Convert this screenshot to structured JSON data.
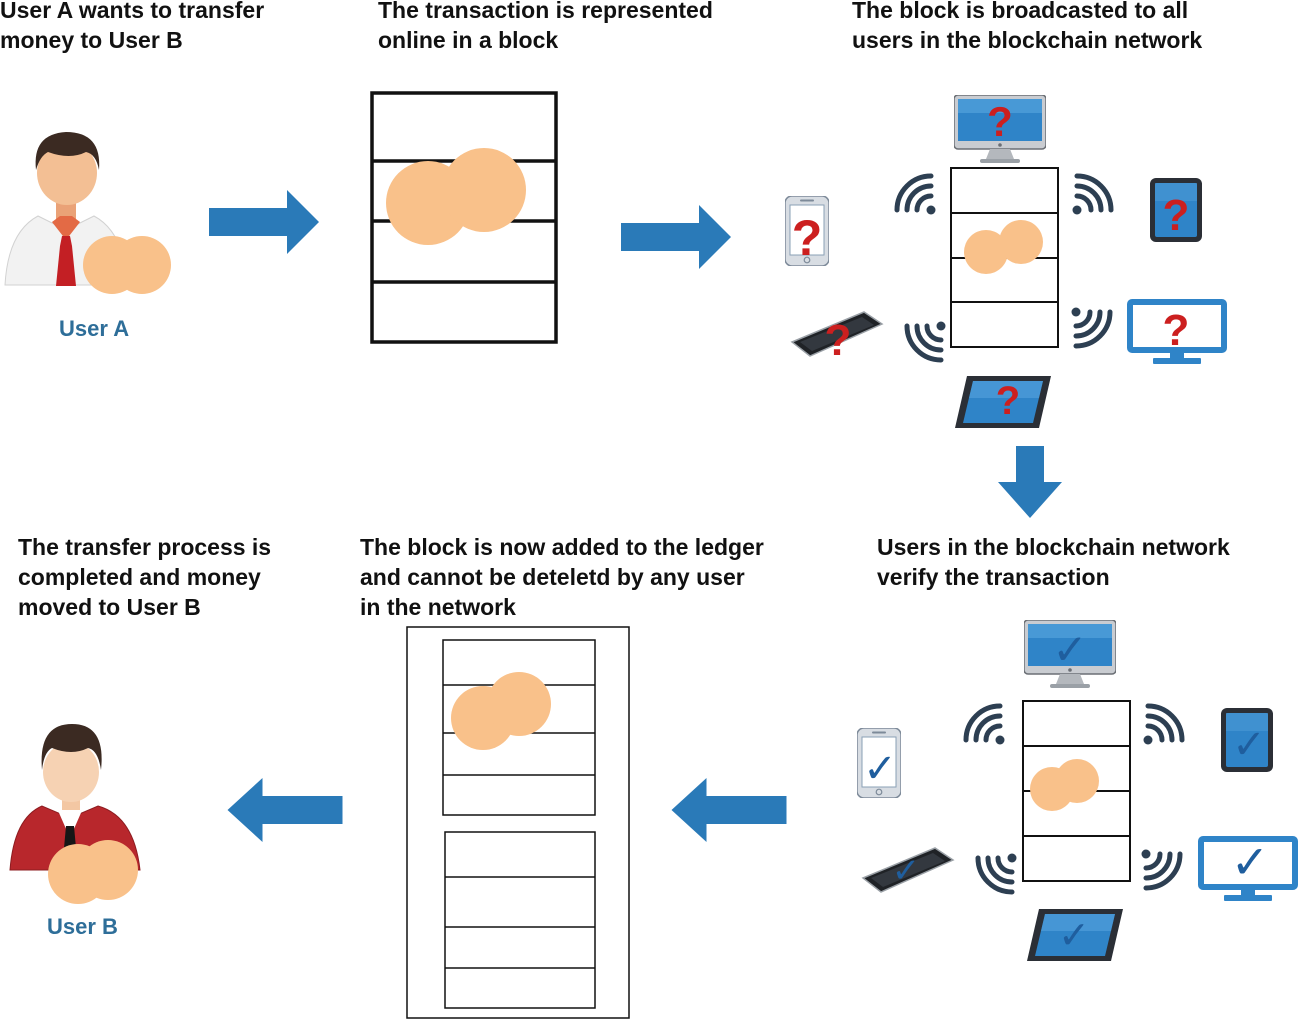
{
  "steps": [
    {
      "caption": "User A wants to transfer\nmoney to User B"
    },
    {
      "caption": "The transaction is represented\nonline in a block"
    },
    {
      "caption": "The block is broadcasted to all\nusers in the blockchain network"
    },
    {
      "caption": "Users in the blockchain network\nverify the transaction"
    },
    {
      "caption": "The block is now added to the ledger\nand cannot be deteletd by any user\nin the network"
    },
    {
      "caption": "The transfer process is\ncompleted and money\nmoved to User B"
    }
  ],
  "users": {
    "sender": {
      "label": "User A"
    },
    "receiver": {
      "label": "User B"
    }
  },
  "device_marks": {
    "broadcast": "?",
    "verify": "✓"
  },
  "icons": [
    "person-icon",
    "coin-icon",
    "arrow-icon",
    "block-icon",
    "desktop-icon",
    "phone-icon",
    "tablet-icon",
    "monitor-icon",
    "wifi-signal-icon",
    "question-mark-icon",
    "checkmark-icon"
  ],
  "colors": {
    "arrow": "#2a7ab8",
    "coin": "#f9c18a",
    "question": "#cc1f1f",
    "check": "#1f5e9e",
    "label": "#2e6e99",
    "signal": "#2d3f52",
    "screen": "#2f84c8"
  }
}
